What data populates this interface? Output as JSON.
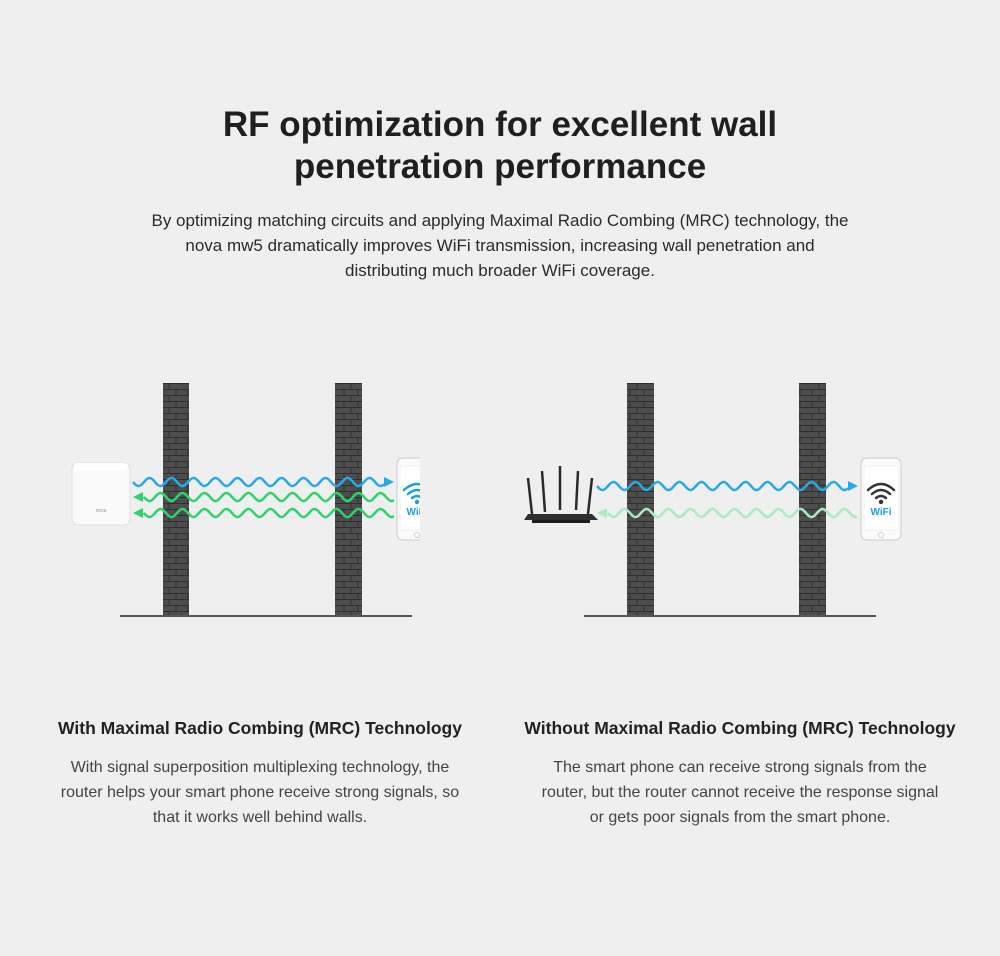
{
  "header": {
    "title_line1": "RF optimization for excellent wall",
    "title_line2": "penetration performance",
    "description": "By optimizing matching circuits and applying Maximal Radio Combing (MRC) technology, the nova mw5 dramatically improves WiFi transmission, increasing wall penetration and distributing much broader WiFi coverage."
  },
  "colors": {
    "background": "#efefef",
    "wall": "#4a4a4a",
    "signal_blue": "#29a9e8",
    "signal_green": "#2ed46a",
    "signal_green_faded": "#a8ecc0",
    "wifi_blue": "#1c9ee0",
    "wifi_dark": "#333333"
  },
  "with_mrc": {
    "device_logo": "nova",
    "phone_label": "WiFi",
    "heading": "With Maximal Radio Combing (MRC) Technology",
    "description": "With signal superposition multiplexing technology, the router helps your smart phone receive strong signals, so that it works well behind walls."
  },
  "without_mrc": {
    "phone_label": "WiFi",
    "heading": "Without Maximal Radio Combing (MRC) Technology",
    "description": "The smart phone can receive strong signals from the router, but the router cannot receive the response signal or gets poor signals from the smart phone."
  }
}
